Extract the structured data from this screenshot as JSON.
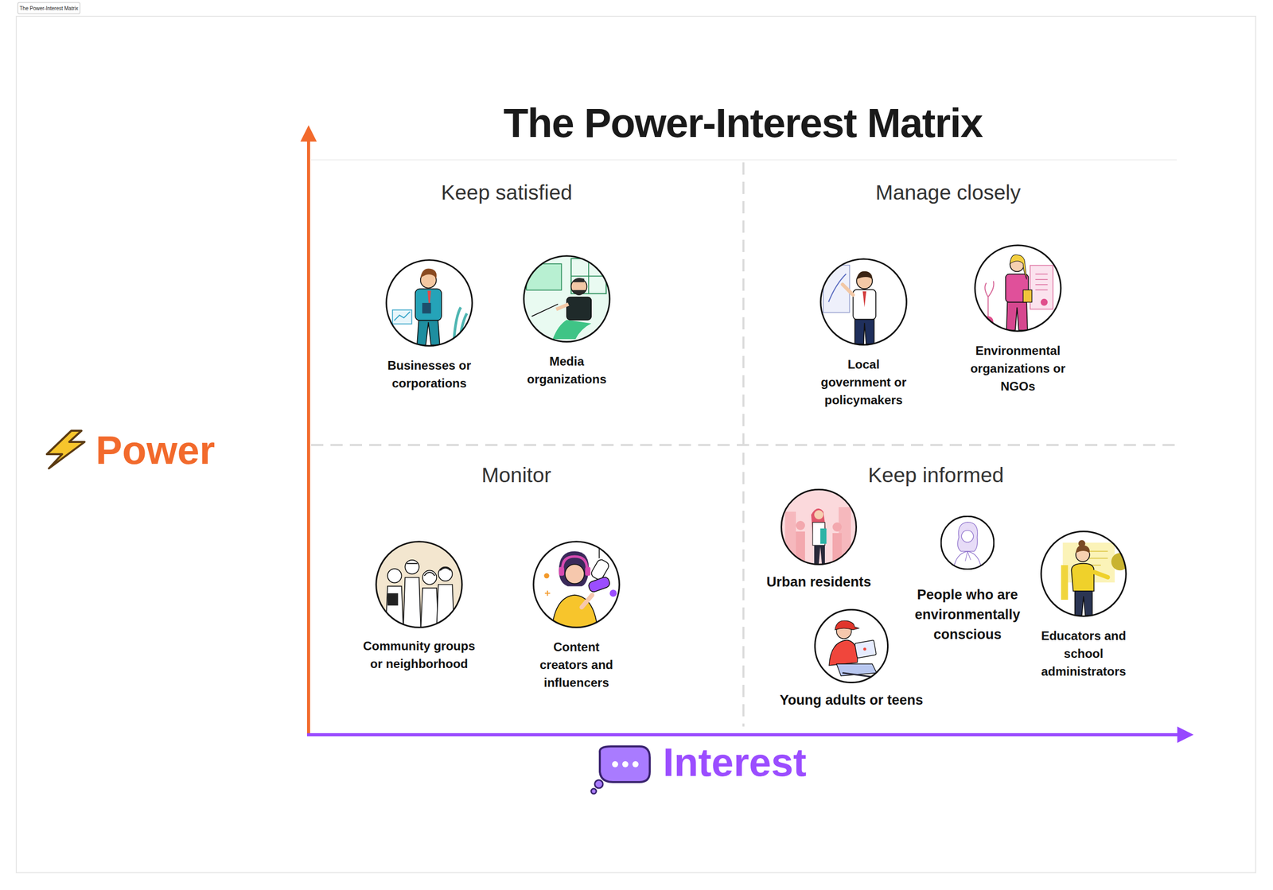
{
  "diagram": {
    "title": "The Power-Interest Matrix",
    "nodes": [
      {
        "text": [
          "Businesses or corporations"
        ]
      },
      {
        "text": [
          "Media organizations"
        ]
      },
      {
        "text": [
          "Local government or policymakers"
        ]
      },
      {
        "text": [
          "Environmental organizations or NGOs"
        ]
      },
      {
        "text": [
          "Urban residents"
        ]
      },
      {
        "text": [
          "People who are environmentally conscious"
        ]
      },
      {
        "text": [
          "Educators and school administrators"
        ]
      },
      {
        "text": [
          "Community groups or neighborhood"
        ]
      },
      {
        "text": [
          "Content creators and influencers"
        ]
      },
      {
        "text": [
          "Young adults or teens"
        ]
      }
    ],
    "labels": [
      "The Power-Interest Matrix",
      "Keep satisfied",
      "Manage closely",
      "Monitor",
      "Keep informed",
      "Power",
      "Interest"
    ]
  }
}
